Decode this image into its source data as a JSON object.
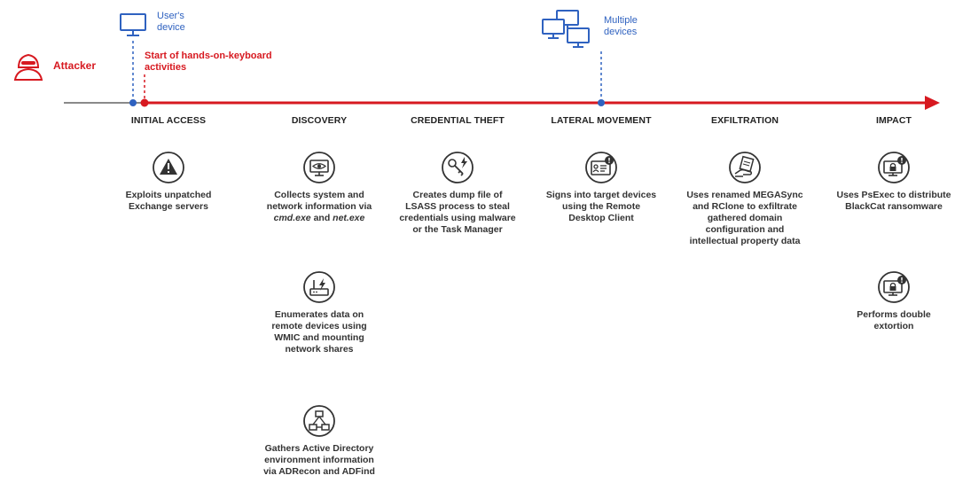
{
  "attacker": {
    "label": "Attacker"
  },
  "users_device": {
    "label_line1": "User's",
    "label_line2": "device"
  },
  "start_marker": {
    "label_line1": "Start of hands-on-keyboard",
    "label_line2": "activities"
  },
  "multiple_devices": {
    "label_line1": "Multiple",
    "label_line2": "devices"
  },
  "colors": {
    "timeline_red": "#d71920",
    "device_blue": "#2f62c0",
    "icon_stroke": "#333333"
  },
  "phases": [
    {
      "name": "INITIAL ACCESS",
      "steps": [
        {
          "icon": "warning-icon",
          "text": [
            "Exploits unpatched",
            "Exchange servers"
          ]
        }
      ]
    },
    {
      "name": "DISCOVERY",
      "steps": [
        {
          "icon": "monitor-eye-icon",
          "text": [
            "Collects system and",
            "network information via"
          ],
          "text_italic": [
            "cmd.exe",
            "net.exe"
          ],
          "text_italic_joiner": " and "
        },
        {
          "icon": "router-bolt-icon",
          "text": [
            "Enumerates data on",
            "remote devices using",
            "WMIC and mounting",
            "network shares"
          ]
        },
        {
          "icon": "directory-network-icon",
          "text": [
            "Gathers Active Directory",
            "environment information",
            "via ADRecon and ADFind"
          ]
        }
      ]
    },
    {
      "name": "CREDENTIAL THEFT",
      "steps": [
        {
          "icon": "key-bolt-icon",
          "text": [
            "Creates dump file of",
            "LSASS process to steal",
            "credentials using malware",
            "or the Task Manager"
          ]
        }
      ]
    },
    {
      "name": "LATERAL MOVEMENT",
      "steps": [
        {
          "icon": "id-card-alert-icon",
          "text": [
            "Signs into target devices",
            "using the Remote",
            "Desktop Client"
          ]
        }
      ]
    },
    {
      "name": "EXFILTRATION",
      "steps": [
        {
          "icon": "hand-document-icon",
          "text": [
            "Uses renamed MEGASync",
            "and RClone to exfiltrate",
            "gathered domain",
            "configuration and",
            "intellectual property data"
          ]
        }
      ]
    },
    {
      "name": "IMPACT",
      "steps": [
        {
          "icon": "locked-monitor-icon",
          "text": [
            "Uses PsExec to distribute",
            "BlackCat ransomware"
          ]
        },
        {
          "icon": "locked-monitor-icon",
          "text": [
            "Performs double",
            "extortion"
          ]
        }
      ]
    }
  ]
}
